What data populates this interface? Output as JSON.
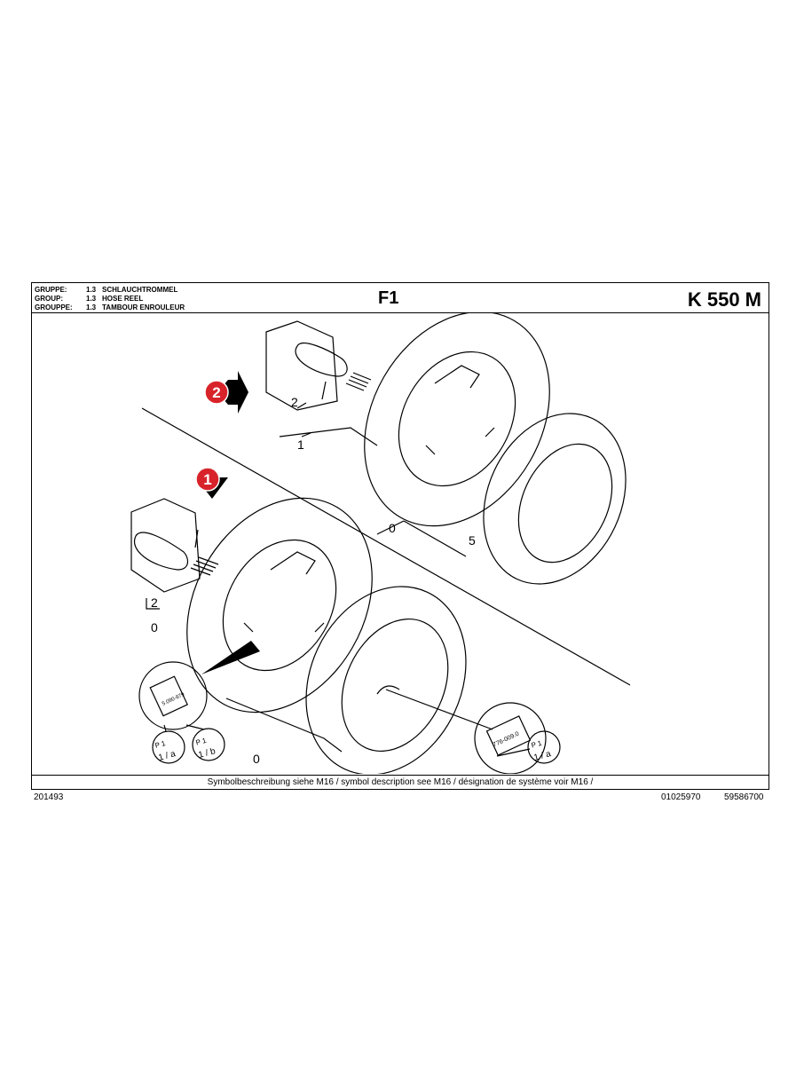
{
  "header": {
    "group_rows": [
      {
        "key": "GRUPPE:",
        "num": "1.3",
        "name": "SCHLAUCHTROMMEL"
      },
      {
        "key": "GROUP:",
        "num": "1.3",
        "name": "HOSE REEL"
      },
      {
        "key": "GROUPPE:",
        "num": "1.3",
        "name": "TAMBOUR ENROULEUR"
      }
    ],
    "sheet_id": "F1",
    "model": "K 550 M"
  },
  "footer": {
    "symbol_note": "Symbolbeschreibung siehe M16 / symbol description see M16 / désignation de système voir M16 /",
    "left_code": "201493",
    "doc_number": "01025970",
    "part_number": "59586700"
  },
  "drawing": {
    "variant_badges": [
      "2",
      "1"
    ],
    "callouts_top": [
      "2",
      "1",
      "0",
      "5"
    ],
    "callouts_bottom": [
      "2",
      "0",
      "0"
    ],
    "labels": {
      "label_a_text": "5.090-879",
      "label_b_text": "776-009.0",
      "pp_a": "1 / a",
      "pp_b": "1 / b",
      "pp_c": "1 / a",
      "pp_top": "P 1"
    },
    "colors": {
      "badge_red": "#d8232a",
      "line": "#000000"
    }
  }
}
